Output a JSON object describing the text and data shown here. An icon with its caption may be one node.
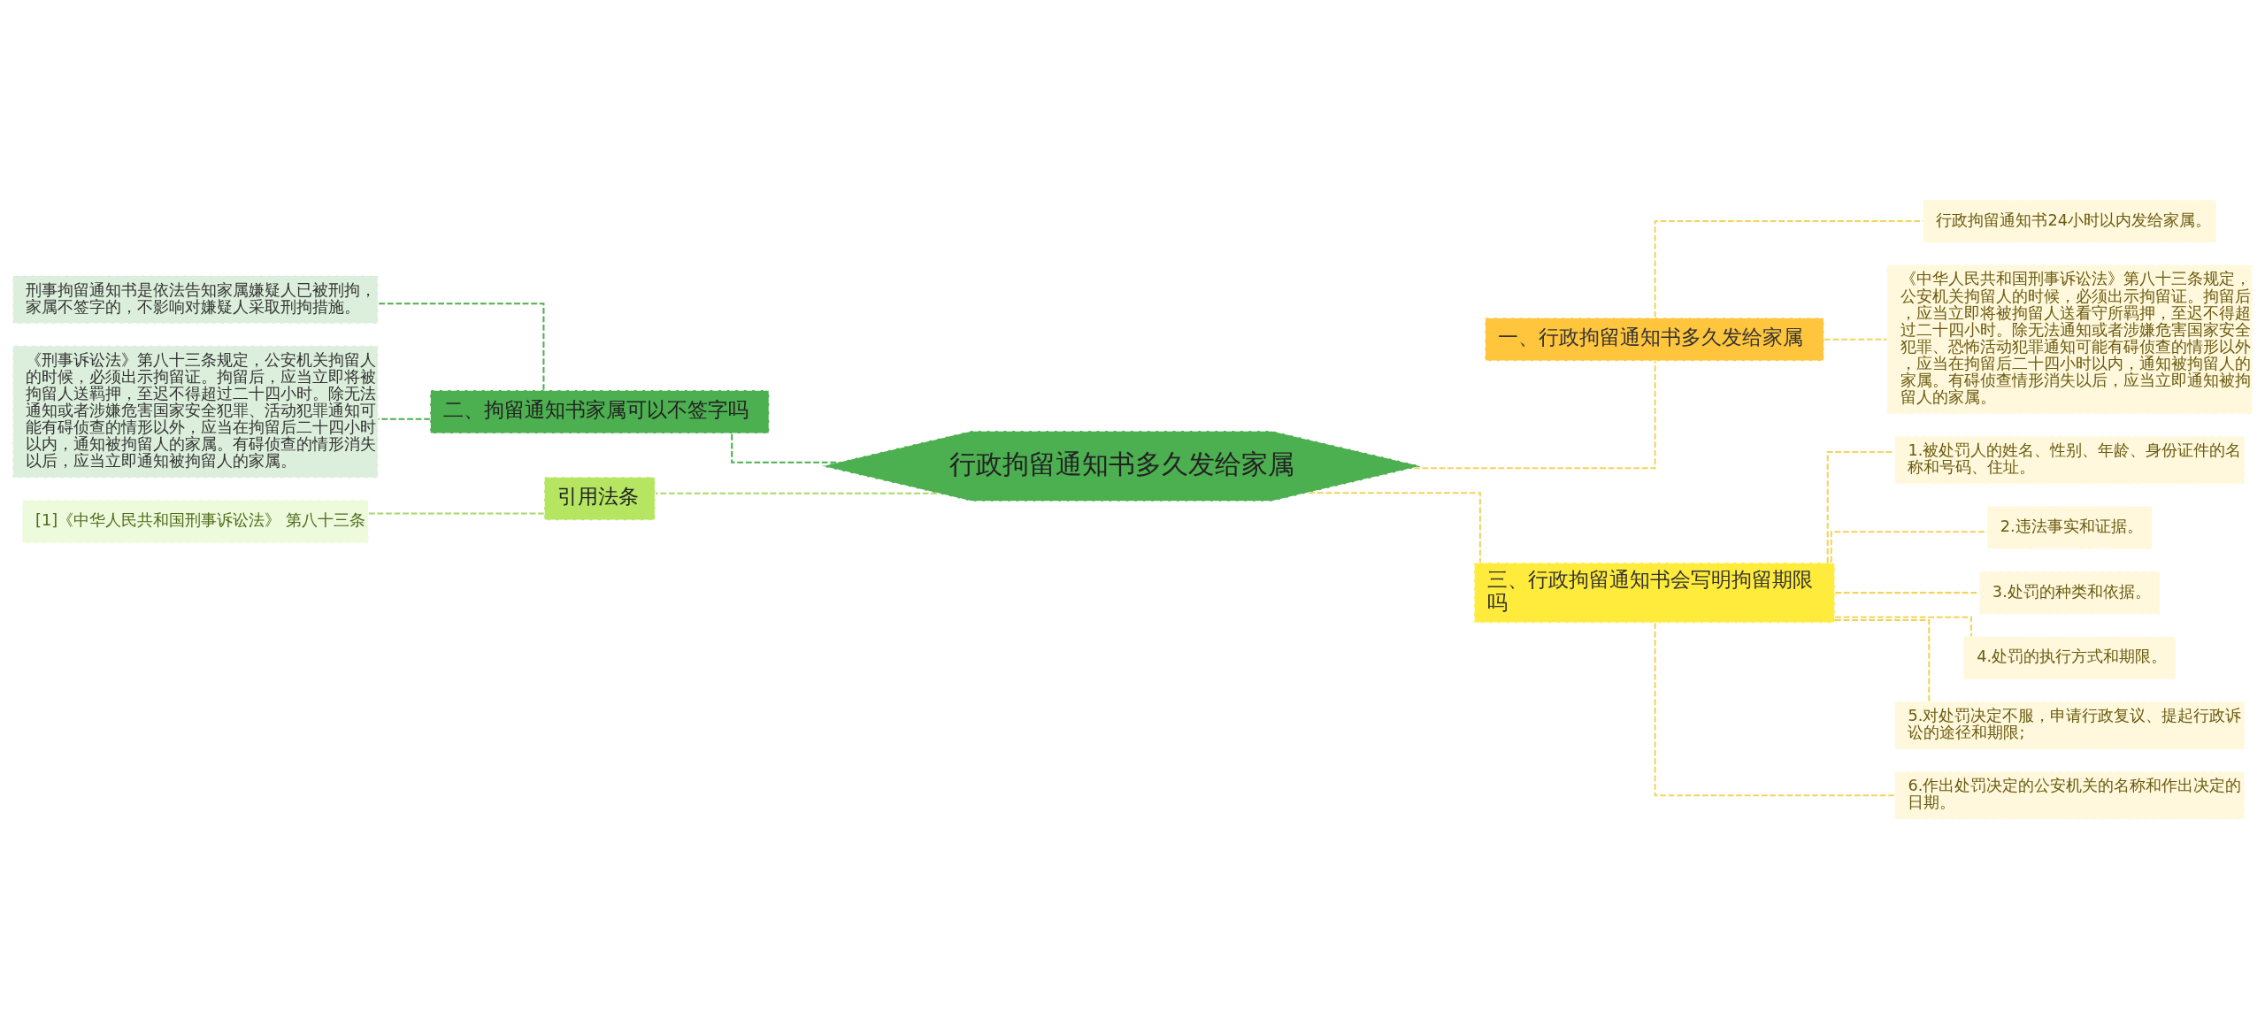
{
  "diagram": {
    "nodes": [
      {
        "text": [
          "行政拘留通知书多久发给家属"
        ]
      },
      {
        "text": [
          "一、行政拘留通知书多久发给家属"
        ]
      },
      {
        "text": [
          "行政拘留通知书24小时以内发给家属。"
        ]
      },
      {
        "text": [
          "《中华人民共和国刑事诉讼法》第八十三条规定，公安机关拘留人的时候，必须出示拘留证。拘留后，应当立即将被拘留人送看守所羁押，至迟不得超过二十四小时。除无法通知或者涉嫌危害国家安全犯罪、恐怖活动犯罪通知可能有碍侦查的情形以外，应当在拘留后二十四小时以内，通知被拘留人的家属。有碍侦查情形消失以后，应当立即通知被拘留人的家属。"
        ]
      },
      {
        "text": [
          "三、行政拘留通知书会写明拘留期限吗"
        ]
      },
      {
        "text": [
          "1.被处罚人的姓名、性别、年龄、身份证件的名称和号码、住址。"
        ]
      },
      {
        "text": [
          "2.违法事实和证据。"
        ]
      },
      {
        "text": [
          "3.处罚的种类和依据。"
        ]
      },
      {
        "text": [
          "4.处罚的执行方式和期限。"
        ]
      },
      {
        "text": [
          "5.对处罚决定不服，申请行政复议、提起行政诉讼的途径和期限;"
        ]
      },
      {
        "text": [
          "6.作出处罚决定的公安机关的名称和作出决定的日期。"
        ]
      },
      {
        "text": [
          "二、拘留通知书家属可以不签字吗"
        ]
      },
      {
        "text": [
          "刑事拘留通知书是依法告知家属嫌疑人已被刑拘，家属不签字的，不影响对嫌疑人采取刑拘措施。"
        ]
      },
      {
        "text": [
          "《刑事诉讼法》第八十三条规定，公安机关拘留人的时候，必须出示拘留证。拘留后，应当立即将被拘留人送羁押，至迟不得超过二十四小时。除无法通知或者涉嫌危害国家安全犯罪、活动犯罪通知可能有碍侦查的情形以外，应当在拘留后二十四小时以内，通知被拘留人的家属。有碍侦查的情形消失以后，应当立即通知被拘留人的家属。"
        ]
      },
      {
        "text": [
          "引用法条"
        ]
      },
      {
        "text": [
          "[1]《中华人民共和国刑事诉讼法》 第八十三条"
        ]
      }
    ],
    "edges": [
      {
        "from": 0,
        "to": 1,
        "arrow": "none",
        "style": "dashed"
      },
      {
        "from": 1,
        "to": 2,
        "arrow": "none",
        "style": "dashed"
      },
      {
        "from": 1,
        "to": 3,
        "arrow": "none",
        "style": "dashed"
      },
      {
        "from": 0,
        "to": 4,
        "arrow": "none",
        "style": "dashed"
      },
      {
        "from": 4,
        "to": 5,
        "arrow": "none",
        "style": "dashed"
      },
      {
        "from": 4,
        "to": 6,
        "arrow": "none",
        "style": "dashed"
      },
      {
        "from": 4,
        "to": 7,
        "arrow": "none",
        "style": "dashed"
      },
      {
        "from": 4,
        "to": 8,
        "arrow": "none",
        "style": "dashed"
      },
      {
        "from": 4,
        "to": 9,
        "arrow": "none",
        "style": "dashed"
      },
      {
        "from": 4,
        "to": 10,
        "arrow": "none",
        "style": "dashed"
      },
      {
        "from": 0,
        "to": 11,
        "arrow": "none",
        "style": "dashed",
        "color": "#4caf50"
      },
      {
        "from": 11,
        "to": 12,
        "arrow": "none",
        "style": "dashed",
        "color": "#4caf50"
      },
      {
        "from": 11,
        "to": 13,
        "arrow": "none",
        "style": "dashed",
        "color": "#4caf50"
      },
      {
        "from": 0,
        "to": 14,
        "arrow": "none",
        "style": "dashed",
        "color": "#a6d96a"
      },
      {
        "from": 14,
        "to": 15,
        "arrow": "none",
        "style": "dashed",
        "color": "#a6d96a"
      }
    ]
  }
}
